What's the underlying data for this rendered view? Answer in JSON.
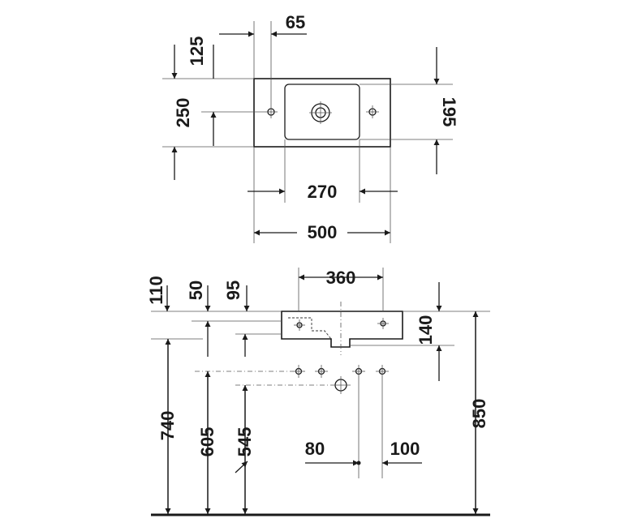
{
  "top_view": {
    "dimensions": {
      "hole_offset": "65",
      "depth_offset": "125",
      "depth": "250",
      "inner_depth": "195",
      "inner_width": "270",
      "width": "500"
    }
  },
  "front_view": {
    "dimensions": {
      "top_110": "110",
      "top_50": "50",
      "top_95": "95",
      "bowl_width": "360",
      "height_140": "140",
      "rim_height": "850",
      "height_740": "740",
      "height_605": "605",
      "height_545": "545",
      "left_80": "80",
      "right_100": "100"
    }
  }
}
